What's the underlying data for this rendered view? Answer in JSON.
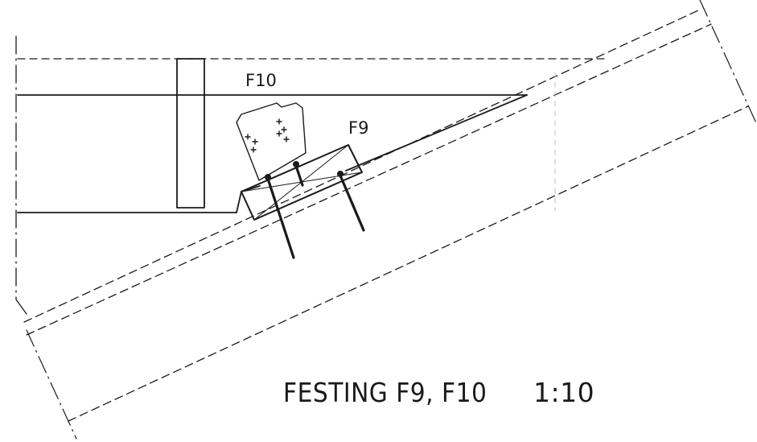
{
  "labels": {
    "f10": "F10",
    "f9": "F9",
    "title": "FESTING F9, F10",
    "scale": "1:10"
  },
  "colors": {
    "line": "#1a1a1a",
    "background": "#ffffff"
  }
}
